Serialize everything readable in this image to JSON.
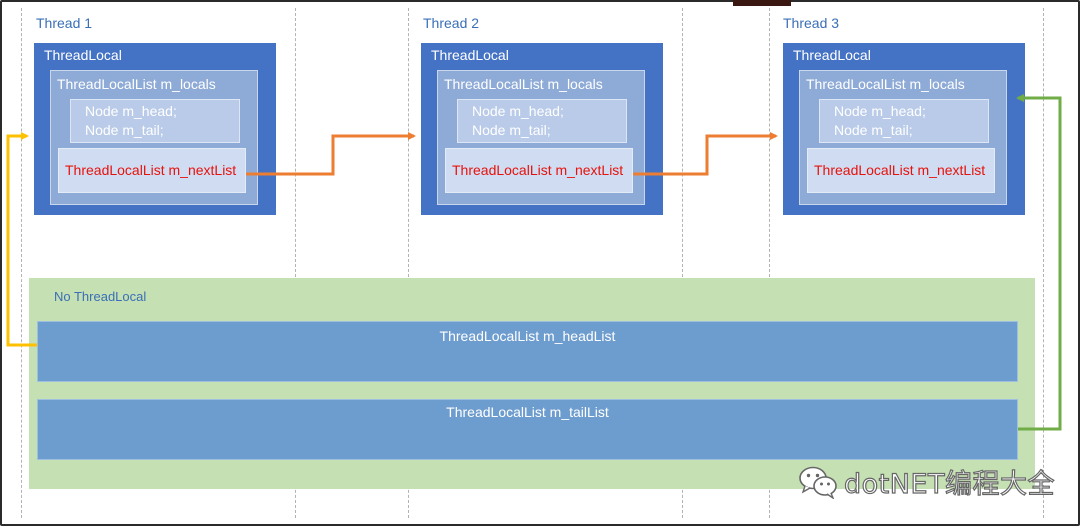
{
  "threads": [
    {
      "title": "Thread 1",
      "threadlocal_label": "ThreadLocal",
      "locals_label": "ThreadLocalList m_locals",
      "node_head": "Node m_head;",
      "node_tail": "Node m_tail;",
      "next_list_label": "ThreadLocalList m_nextList"
    },
    {
      "title": "Thread 2",
      "threadlocal_label": "ThreadLocal",
      "locals_label": "ThreadLocalList m_locals",
      "node_head": "Node m_head;",
      "node_tail": "Node m_tail;",
      "next_list_label": "ThreadLocalList m_nextList"
    },
    {
      "title": "Thread 3",
      "threadlocal_label": "ThreadLocal",
      "locals_label": "ThreadLocalList m_locals",
      "node_head": "Node m_head;",
      "node_tail": "Node m_tail;",
      "next_list_label": "ThreadLocalList m_nextList"
    }
  ],
  "no_threadlocal": {
    "title": "No ThreadLocal",
    "head_list_label": "ThreadLocalList m_headList",
    "tail_list_label": "ThreadLocalList m_tailList"
  },
  "watermark": {
    "text": "dotNET编程大全",
    "icon": "wechat-icon"
  },
  "colors": {
    "threadlocal_fill": "#4472c4",
    "no_threadlocal_fill": "#c5e0b3",
    "next_list_text": "#e8120c",
    "next_arrow": "#ed7d31",
    "head_arrow": "#ffc000",
    "tail_arrow": "#70ad47"
  }
}
